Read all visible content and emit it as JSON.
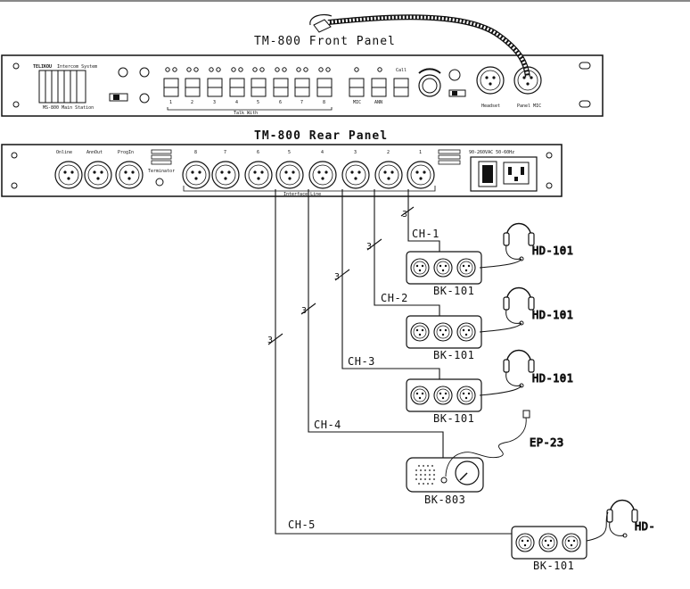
{
  "front_panel": {
    "title": "TM-800 Front Panel",
    "brand": "TELIKOU",
    "brand_sub": "Intercom System",
    "model_line": "MS-800 Main Station",
    "talk_numbers": [
      "1",
      "2",
      "3",
      "4",
      "5",
      "6",
      "7",
      "8"
    ],
    "talk_label": "Talk With",
    "mic_label": "MIC",
    "ann_label": "ANN",
    "call_label": "Call",
    "headset_label": "Headset",
    "panel_mic_label": "Panel MIC"
  },
  "rear_panel": {
    "title": "TM-800 Rear Panel",
    "online_label": "Online",
    "annout_label": "AnnOut",
    "progin_label": "ProgIn",
    "terminator_label": "Terminator",
    "channel_numbers": [
      "8",
      "7",
      "6",
      "5",
      "4",
      "3",
      "2",
      "1"
    ],
    "interface_label": "Interface Line",
    "power_label": "90-260VAC 50-60Hz"
  },
  "cables": [
    {
      "name": "CH-1",
      "wires": "3"
    },
    {
      "name": "CH-2",
      "wires": "3"
    },
    {
      "name": "CH-3",
      "wires": "3"
    },
    {
      "name": "CH-4",
      "wires": "3"
    },
    {
      "name": "CH-5",
      "wires": "3"
    }
  ],
  "devices": {
    "beltpack": "BK-101",
    "speaker_station": "BK-803",
    "headset": "HD-101",
    "headset_cut": "HD-",
    "earpiece": "EP-23"
  }
}
